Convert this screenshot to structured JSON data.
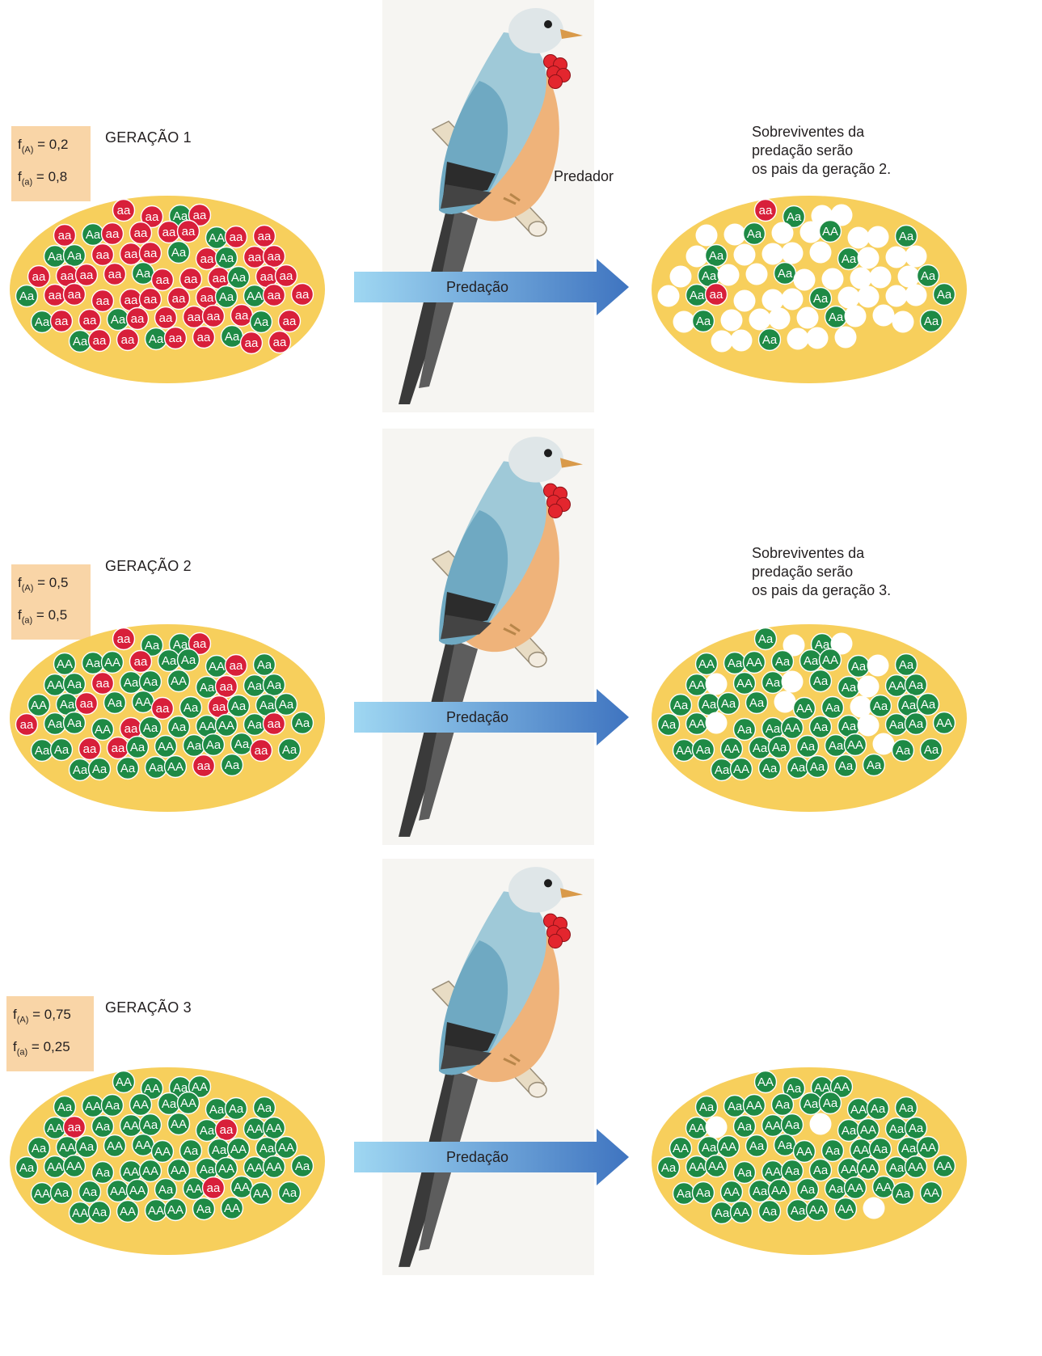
{
  "generations": [
    {
      "title": "GERAÇÃO 1",
      "freq_A": "0,2",
      "freq_a": "0,8",
      "note": [
        "Sobreviventes da",
        "predação serão",
        "os pais da geração 2."
      ],
      "predator_label": "Predador",
      "arrow_label": "Predação",
      "before": [
        "aa",
        "aa",
        "Aa",
        "aa",
        "aa",
        "Aa",
        "aa",
        "aa",
        "aa",
        "aa",
        "AA",
        "aa",
        "aa",
        "Aa",
        "Aa",
        "aa",
        "aa",
        "aa",
        "Aa",
        "aa",
        "Aa",
        "aa",
        "aa",
        "aa",
        "aa",
        "aa",
        "aa",
        "Aa",
        "aa",
        "aa",
        "aa",
        "Aa",
        "aa",
        "aa",
        "Aa",
        "aa",
        "aa",
        "aa",
        "aa",
        "aa",
        "aa",
        "aa",
        "Aa",
        "AA",
        "aa",
        "aa",
        "Aa",
        "aa",
        "aa",
        "Aa",
        "aa",
        "aa",
        "aa",
        "aa",
        "aa",
        "Aa",
        "aa",
        "Aa",
        "aa",
        "aa",
        "Aa",
        "aa",
        "aa",
        "Aa",
        "aa",
        "aa"
      ],
      "after": [
        "aa",
        "Aa",
        "",
        "",
        "",
        "",
        "Aa",
        "",
        "",
        "AA",
        "",
        "",
        "Aa",
        "",
        "Aa",
        "",
        "",
        "",
        "",
        "Aa",
        "",
        "",
        "",
        "",
        "Aa",
        "",
        "",
        "Aa",
        "",
        "",
        "",
        "",
        "",
        "Aa",
        "",
        "Aa",
        "aa",
        "",
        "",
        "",
        "Aa",
        "",
        "",
        "",
        "",
        "Aa",
        "",
        "Aa",
        "",
        "",
        "",
        "",
        "Aa",
        "",
        "",
        "",
        "Aa",
        "",
        "",
        "Aa",
        "",
        "",
        ""
      ]
    },
    {
      "title": "GERAÇÃO 2",
      "freq_A": "0,5",
      "freq_a": "0,5",
      "note": [
        "Sobreviventes da",
        "predação serão",
        "os pais da geração 3."
      ],
      "arrow_label": "Predação",
      "before": [
        "aa",
        "Aa",
        "Aa",
        "aa",
        "AA",
        "Aa",
        "AA",
        "aa",
        "Aa",
        "Aa",
        "AA",
        "aa",
        "Aa",
        "AA",
        "Aa",
        "aa",
        "Aa",
        "Aa",
        "AA",
        "Aa",
        "aa",
        "Aa",
        "Aa",
        "AA",
        "Aa",
        "aa",
        "Aa",
        "AA",
        "aa",
        "Aa",
        "aa",
        "Aa",
        "Aa",
        "Aa",
        "aa",
        "Aa",
        "Aa",
        "AA",
        "aa",
        "Aa",
        "Aa",
        "AA",
        "AA",
        "Aa",
        "aa",
        "Aa",
        "Aa",
        "Aa",
        "aa",
        "aa",
        "Aa",
        "AA",
        "Aa",
        "Aa",
        "Aa",
        "aa",
        "Aa",
        "Aa",
        "Aa",
        "Aa",
        "Aa",
        "AA",
        "aa",
        "Aa"
      ],
      "after": [
        "Aa",
        "",
        "Aa",
        "",
        "AA",
        "Aa",
        "AA",
        "Aa",
        "Aa",
        "AA",
        "Aa",
        "",
        "Aa",
        "AA",
        "",
        "AA",
        "Aa",
        "",
        "Aa",
        "Aa",
        "",
        "AA",
        "Aa",
        "Aa",
        "Aa",
        "Aa",
        "Aa",
        "",
        "AA",
        "Aa",
        "",
        "Aa",
        "Aa",
        "Aa",
        "Aa",
        "AA",
        "",
        "Aa",
        "Aa",
        "AA",
        "Aa",
        "Aa",
        "",
        "Aa",
        "Aa",
        "AA",
        "AA",
        "Aa",
        "AA",
        "Aa",
        "Aa",
        "Aa",
        "Aa",
        "AA",
        "",
        "Aa",
        "Aa",
        "Aa",
        "AA",
        "Aa",
        "Aa",
        "Aa",
        "Aa",
        "Aa"
      ]
    },
    {
      "title": "GERAÇÃO 3",
      "freq_A": "0,75",
      "freq_a": "0,25",
      "arrow_label": "Predação",
      "before": [
        "AA",
        "AA",
        "Aa",
        "AA",
        "Aa",
        "AA",
        "Aa",
        "AA",
        "Aa",
        "AA",
        "Aa",
        "Aa",
        "Aa",
        "AA",
        "aa",
        "Aa",
        "AA",
        "Aa",
        "AA",
        "Aa",
        "aa",
        "AA",
        "AA",
        "Aa",
        "AA",
        "Aa",
        "AA",
        "AA",
        "AA",
        "Aa",
        "Aa",
        "AA",
        "Aa",
        "AA",
        "Aa",
        "AA",
        "AA",
        "Aa",
        "AA",
        "AA",
        "AA",
        "Aa",
        "AA",
        "AA",
        "AA",
        "Aa",
        "AA",
        "Aa",
        "Aa",
        "AA",
        "AA",
        "Aa",
        "AA",
        "aa",
        "AA",
        "AA",
        "Aa",
        "AA",
        "Aa",
        "AA",
        "AA",
        "AA",
        "Aa",
        "AA"
      ],
      "after": [
        "AA",
        "Aa",
        "AA",
        "AA",
        "Aa",
        "Aa",
        "AA",
        "Aa",
        "Aa",
        "Aa",
        "AA",
        "Aa",
        "Aa",
        "AA",
        "",
        "Aa",
        "AA",
        "Aa",
        "",
        "Aa",
        "AA",
        "Aa",
        "Aa",
        "AA",
        "Aa",
        "AA",
        "Aa",
        "Aa",
        "AA",
        "Aa",
        "AA",
        "Aa",
        "Aa",
        "AA",
        "Aa",
        "AA",
        "AA",
        "Aa",
        "AA",
        "Aa",
        "Aa",
        "AA",
        "AA",
        "Aa",
        "AA",
        "AA",
        "Aa",
        "Aa",
        "AA",
        "Aa",
        "AA",
        "Aa",
        "Aa",
        "AA",
        "AA",
        "Aa",
        "AA",
        "Aa",
        "AA",
        "Aa",
        "Aa",
        "AA",
        "AA",
        ""
      ]
    }
  ],
  "colors": {
    "population_fill": "#f7cf5c",
    "dominant_fill": "#1e8a45",
    "recessive_fill": "#d81f3a",
    "empty_fill": "#ffffff",
    "freq_box": "#f9d5a7",
    "arrow_light": "#9fd7f2",
    "arrow_dark": "#3f74c0",
    "bird_blue": "#9fc9d8",
    "bird_breast": "#efb37a"
  }
}
